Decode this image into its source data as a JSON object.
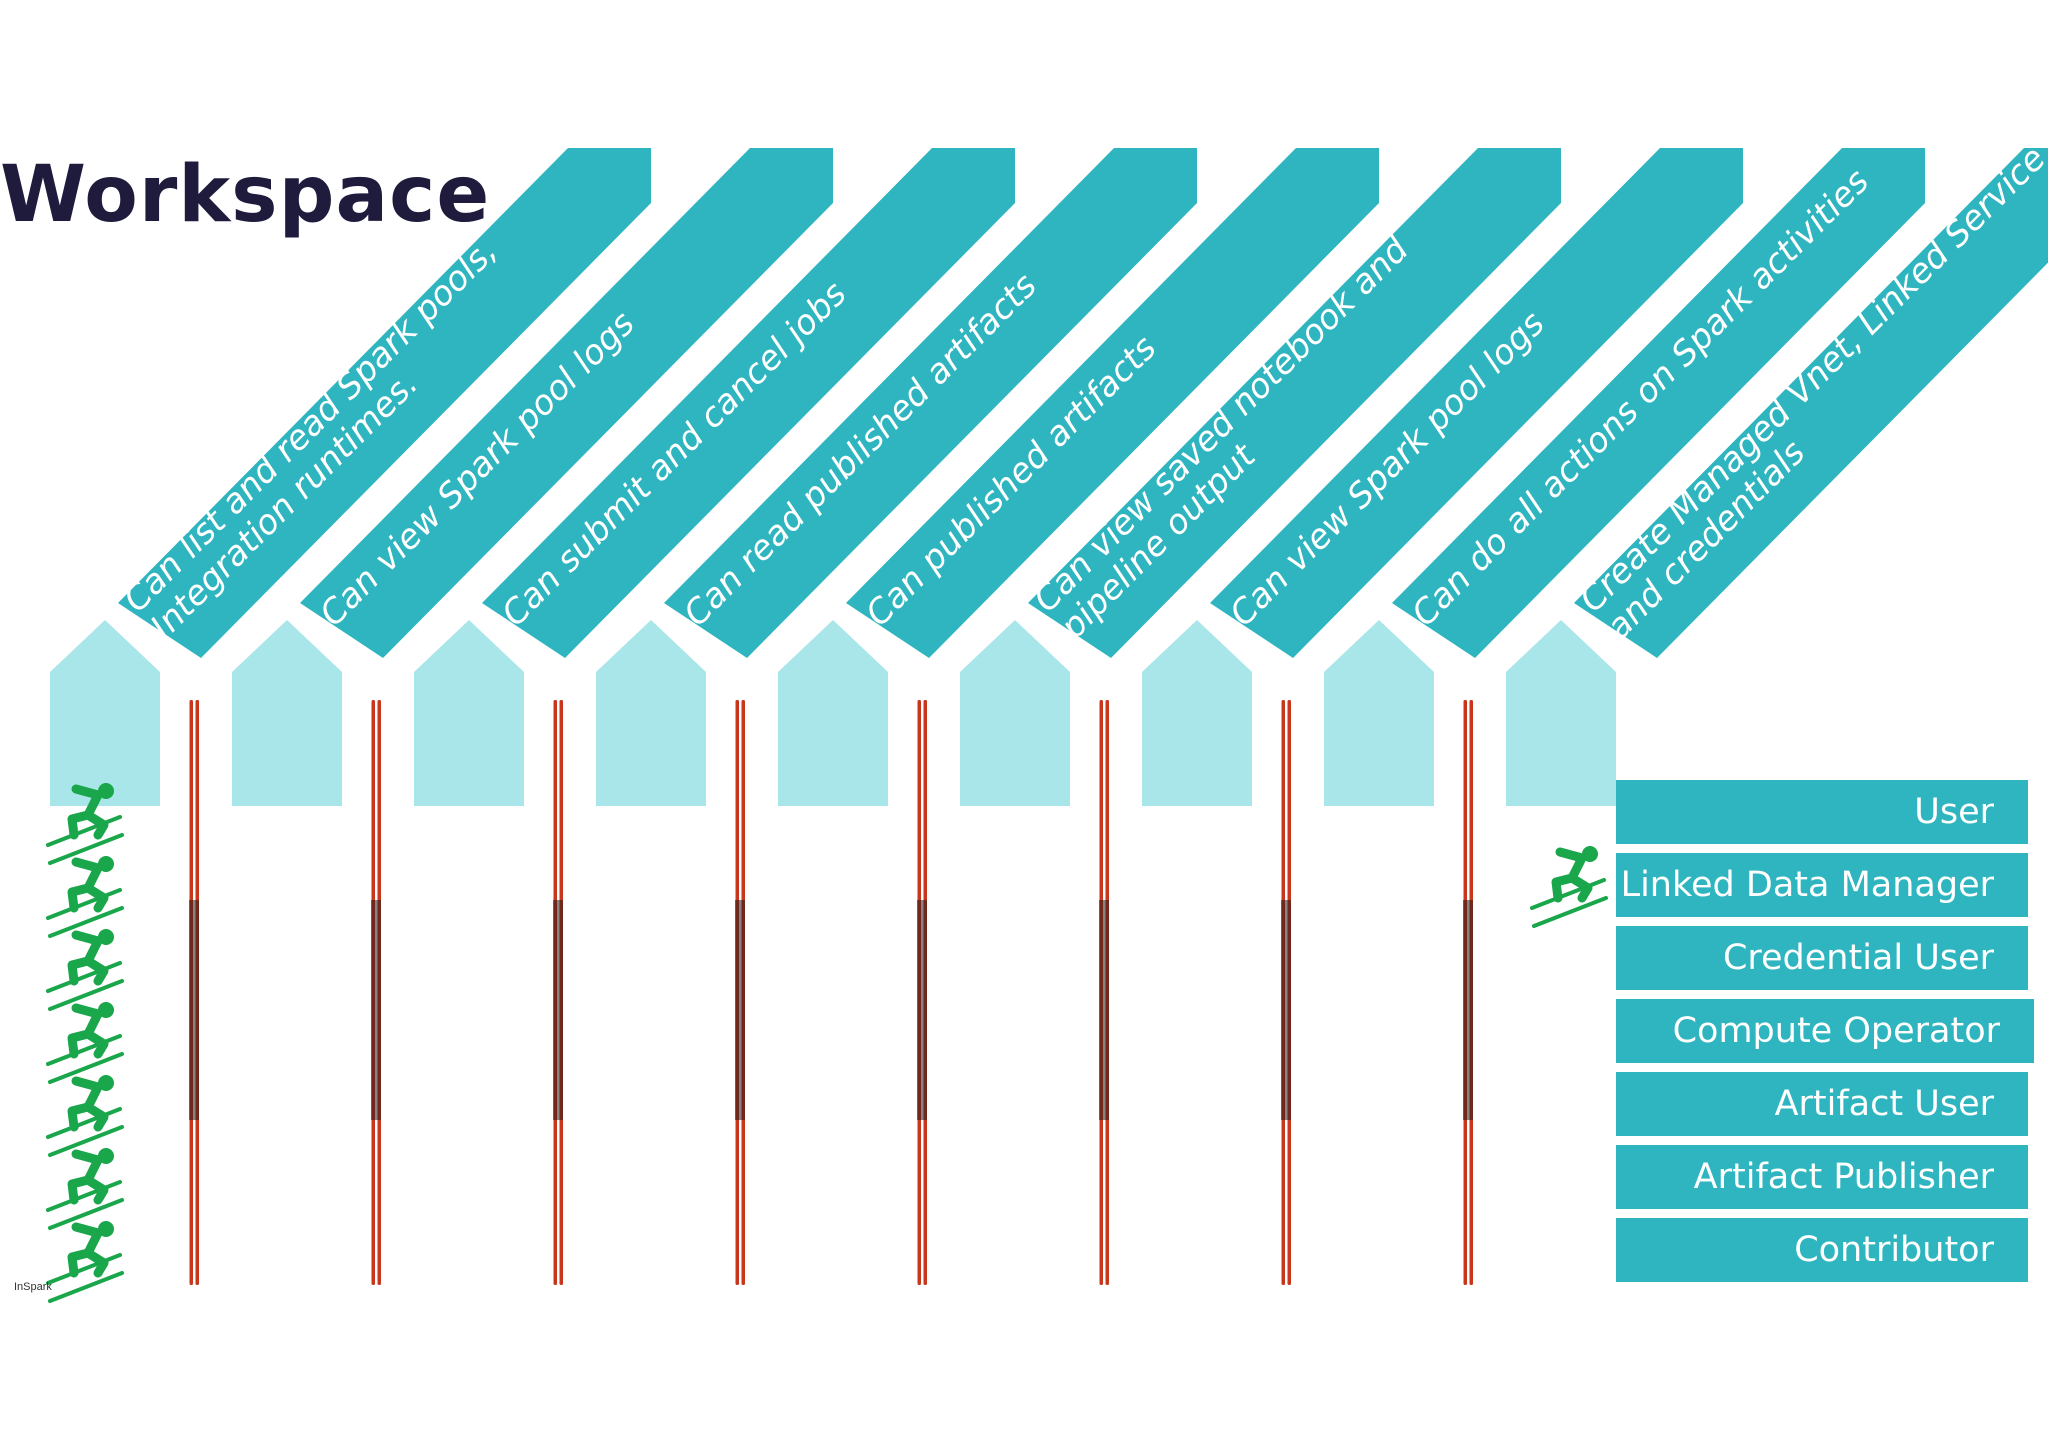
{
  "title": "Workspace",
  "permissions": [
    [
      "Can list and read Spark pools,",
      "Integration runtimes."
    ],
    [
      "Can view Spark pool logs"
    ],
    [
      "Can submit and cancel jobs"
    ],
    [
      "Can read published artifacts"
    ],
    [
      "Can published artifacts"
    ],
    [
      "Can view saved notebook and",
      "pipeline output"
    ],
    [
      "Can view Spark pool logs"
    ],
    [
      "Can do all actions on Spark activities"
    ],
    [
      "Create Managed Vnet, Linked Service",
      "and credentials"
    ]
  ],
  "roles": [
    "User",
    "Linked Data Manager",
    "Credential User",
    "Compute Operator",
    "Artifact User",
    "Artifact Publisher",
    "Contributor"
  ],
  "brand": "InSpark",
  "icons": {
    "skier": "skier-icon",
    "skis": "ski-pair-icon"
  },
  "colors": {
    "band": "#2eb5bf",
    "house": "#a9e6ea",
    "title": "#1f1b3d",
    "skier": "#1aa64a",
    "ski": "#c8361c"
  }
}
